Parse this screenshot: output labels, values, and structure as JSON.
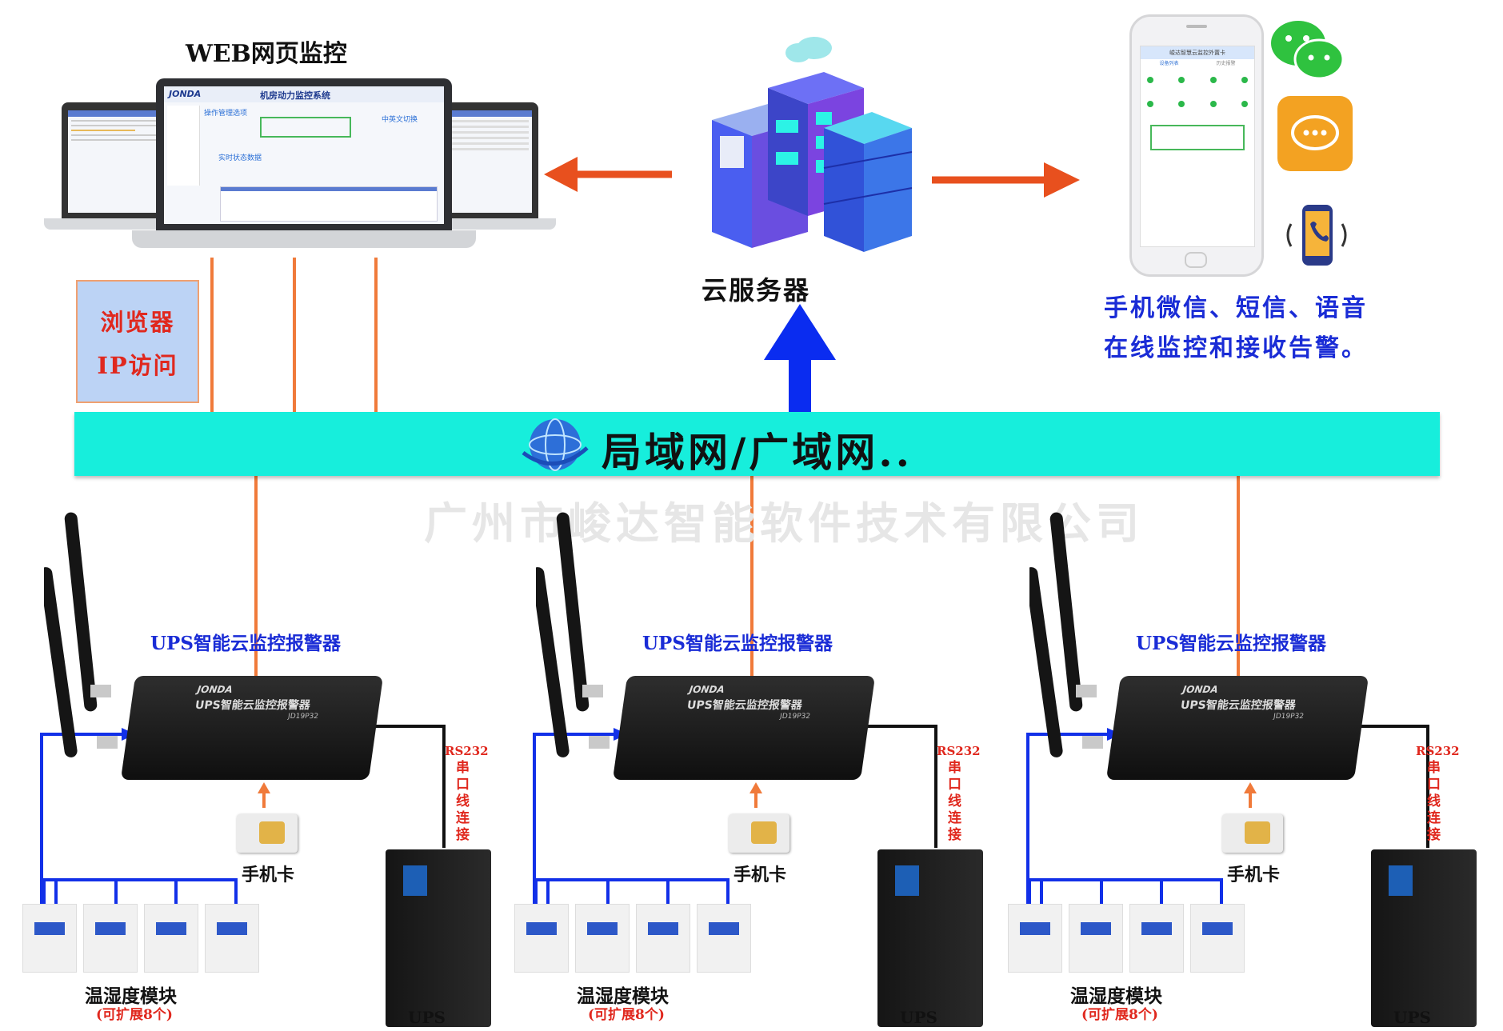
{
  "web": {
    "title": "WEB网页监控",
    "system_title": "机房动力监控系统",
    "brand": "JONDA",
    "note_ops": "操作管理选项",
    "note_realtime": "实时状态数据",
    "note_lang": "中英文切换"
  },
  "browser": {
    "line1": "浏览器",
    "line2": "IP访问"
  },
  "cloud": {
    "label": "云服务器"
  },
  "mobile": {
    "line1": "手机微信、短信、语音",
    "line2": "在线监控和接收告警。",
    "app_title": "峻达智慧云监控外置卡",
    "tab1": "设备列表",
    "tab2": "历史报警"
  },
  "network": {
    "label": "局域网/广域网.."
  },
  "watermark": "广州市峻达智能软件技术有限公司",
  "units": [
    {
      "title": "UPS智能云监控报警器",
      "device_brand": "JONDA",
      "device_name": "UPS智能云监控报警器",
      "model": "JD19P32",
      "rs232_top": "RS232",
      "rs232_chars": [
        "串",
        "口",
        "线",
        "连",
        "接"
      ],
      "sim_label": "手机卡",
      "sensor_label": "温湿度模块",
      "sensor_note": "(可扩展8个)",
      "ups_label": "UPS"
    },
    {
      "title": "UPS智能云监控报警器",
      "device_brand": "JONDA",
      "device_name": "UPS智能云监控报警器",
      "model": "JD19P32",
      "rs232_top": "RS232",
      "rs232_chars": [
        "串",
        "口",
        "线",
        "连",
        "接"
      ],
      "sim_label": "手机卡",
      "sensor_label": "温湿度模块",
      "sensor_note": "(可扩展8个)",
      "ups_label": "UPS"
    },
    {
      "title": "UPS智能云监控报警器",
      "device_brand": "JONDA",
      "device_name": "UPS智能云监控报警器",
      "model": "JD19P32",
      "rs232_top": "RS232",
      "rs232_chars": [
        "串",
        "口",
        "线",
        "连",
        "接"
      ],
      "sim_label": "手机卡",
      "sensor_label": "温湿度模块",
      "sensor_note": "(可扩展8个)",
      "ups_label": "UPS"
    }
  ],
  "colors": {
    "network_bar": "#17eedc",
    "link_orange": "#f07a3a",
    "arrow_red": "#e8501e",
    "arrow_blue": "#0a2cf0",
    "label_blue": "#1a2cd6",
    "label_red": "#e0281e"
  }
}
